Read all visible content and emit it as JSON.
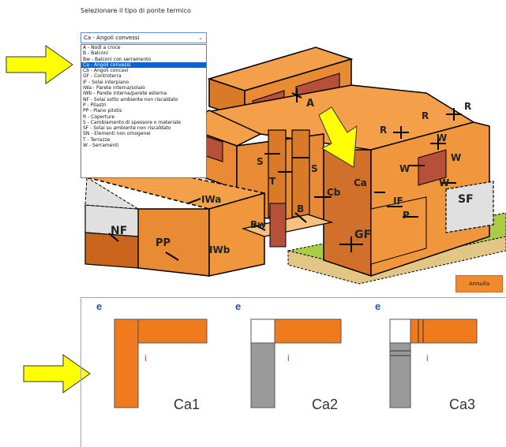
{
  "prompt": "Selezionare il tipo di ponte termico",
  "combo": {
    "value": "Ca - Angoli convessi"
  },
  "options": [
    "A - Nodi a croce",
    "B - Balconi",
    "Bw - Balconi con serramento",
    "Ca - Angoli convessi",
    "Cb - Angoli concavi",
    "GF - Controterra",
    "IF - Solai interpiano",
    "IWa - Parete interna/solaio",
    "IWb - Parete interna/parete esterna",
    "NF - Solai sotto ambiente non riscaldato",
    "P - Pilastri",
    "PP - Piano pilotis",
    "R - Coperture",
    "S - Cambiamento di spessore o materiale",
    "SF - Solai su ambiente non riscaldato",
    "SN - Elementi non omogenei",
    "T - Terrazze",
    "W - Serramenti"
  ],
  "selected_index": 3,
  "labels": {
    "A": "A",
    "R1": "R",
    "R2": "R",
    "R3": "R",
    "W1": "W",
    "W2": "W",
    "W3": "W",
    "W4": "W",
    "S1": "S",
    "S2": "S",
    "T": "T",
    "Ca": "Ca",
    "Cb": "Cb",
    "IF": "IF",
    "P": "P",
    "SF": "SF",
    "IWa": "IWa",
    "IWb": "IWb",
    "NF": "NF",
    "PP": "PP",
    "Bw": "Bw",
    "B": "B",
    "GF": "GF"
  },
  "annulla": "Annulla",
  "details": [
    {
      "e": "e",
      "i": "i",
      "caption": "Ca1"
    },
    {
      "e": "e",
      "i": "i",
      "caption": "Ca2"
    },
    {
      "e": "e",
      "i": "i",
      "caption": "Ca3"
    }
  ],
  "colors": {
    "accent": "#0a64d6",
    "orange": "#f08a2c",
    "dark_orange": "#c8641c",
    "brick": "#b5503a",
    "arrow": "#ffff00"
  }
}
